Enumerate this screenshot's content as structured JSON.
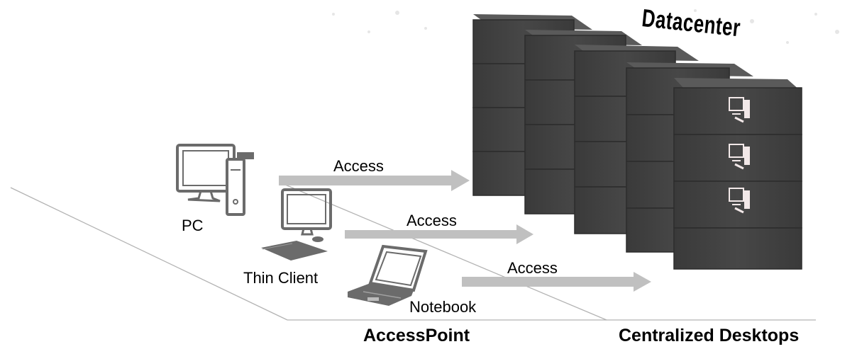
{
  "title_datacenter": "Datacenter",
  "devices": {
    "pc": "PC",
    "thin_client": "Thin Client",
    "notebook": "Notebook"
  },
  "arrows": [
    "Access",
    "Access",
    "Access"
  ],
  "footer": {
    "access_point": "AccessPoint",
    "centralized_desktops": "Centralized Desktops"
  },
  "icons": [
    "pc-icon",
    "thin-client-icon",
    "notebook-icon",
    "virtual-desktop-icon"
  ],
  "colors": {
    "server_face": "#414141",
    "server_top": "#5e5e5e",
    "server_side": "#2d2d2d",
    "arrow": "#c0c0c0",
    "device_outline": "#6b6b6b",
    "floor_line": "#b3b3b3"
  }
}
